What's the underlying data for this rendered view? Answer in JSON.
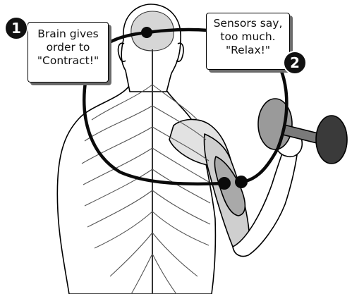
{
  "callouts": [
    {
      "number": "1",
      "lines": [
        "Brain gives",
        "order to",
        "\"Contract!\""
      ]
    },
    {
      "number": "2",
      "lines": [
        "Sensors say,",
        "too much.",
        "\"Relax!\""
      ]
    }
  ],
  "colors": {
    "outline": "#000000",
    "muscle_fill": "#a9a9a9",
    "weight_plate": "#3a3a3a",
    "nerve": "#555555",
    "skin_shade": "#d9d9d9",
    "loop_stroke": "#0a0a0a"
  }
}
